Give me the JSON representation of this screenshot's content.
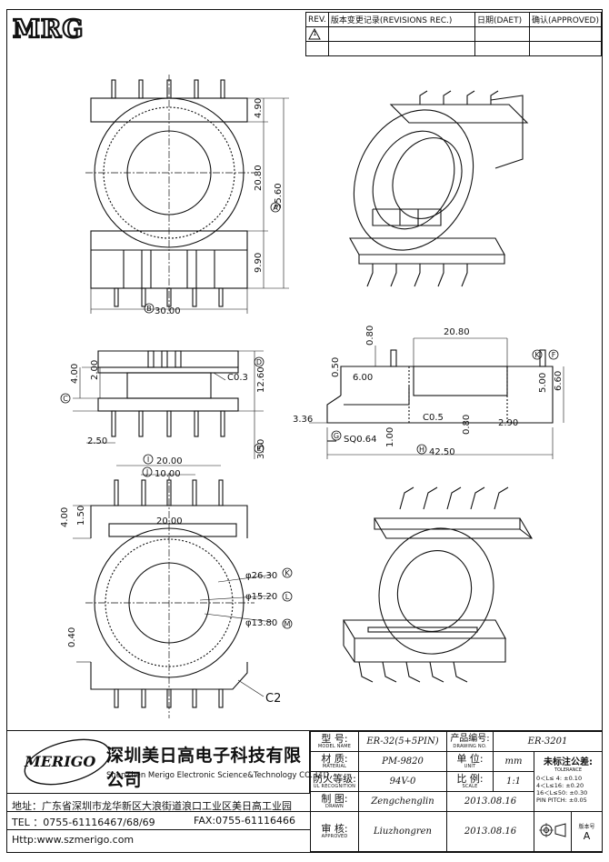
{
  "header": {
    "logo": "MRG",
    "rev_table": {
      "col_rev": "REV.",
      "col_rec": "版本变更记录(REVISIONS REC.)",
      "col_date": "日期(DAET)",
      "col_approved": "确认(APPROVED)",
      "row1_mark": "1"
    }
  },
  "drawing": {
    "dims": {
      "d_4_90": "4.90",
      "d_20_80": "20.80",
      "d_35_60": "35.60",
      "d_9_90": "9.90",
      "d_30_00": "30.00",
      "d_4_00": "4.00",
      "d_2_00": "2.00",
      "d_c0_3": "C0.3",
      "d_12_60": "12.60",
      "d_2_50": "2.50",
      "d_3_50": "3.50",
      "d_0_80": "0.80",
      "d_20_80b": "20.80",
      "d_0_50": "0.50",
      "d_6_00": "6.00",
      "d_5_00": "5.00",
      "d_6_60": "6.60",
      "d_3_36": "3.36",
      "d_c0_5": "C0.5",
      "d_0_80b": "0.80",
      "d_2_90": "2.90",
      "d_sq": "SQ0.64",
      "d_1_00": "1.00",
      "d_42_50": "42.50",
      "d_20_00": "20.00",
      "d_10_00": "10.00",
      "d_1_50": "1.50",
      "d_4_00b": "4.00",
      "d_20_00b": "20.00",
      "d_26_30": "φ26.30",
      "d_15_20": "φ15.20",
      "d_13_80": "φ13.80",
      "d_0_40": "0.40",
      "d_c2": "C2"
    },
    "markers": {
      "A": "A",
      "B": "B",
      "C": "C",
      "D": "D",
      "E": "E",
      "F": "F",
      "G": "G",
      "H": "H",
      "I": "I",
      "J": "J",
      "K": "K",
      "L": "L",
      "M": "M"
    }
  },
  "title_block": {
    "company_logo": "MERIGO",
    "company_cn": "深圳美日高电子科技有限公司",
    "company_en": "ShenZhen Merigo Electronic Science&Technology CO.,LTD",
    "address": "地址：广东省深圳市龙华新区大浪街道浪口工业区美日高工业园",
    "tel": "TEL ：0755-61116467/68/69",
    "fax": "FAX:0755-61116466",
    "http": "Http:www.szmerigo.com",
    "model_label": "型 号:",
    "model_sub": "MODEL NAME",
    "model_value": "ER-32(5+5PIN)",
    "drawing_no_label": "产品编号:",
    "drawing_no_sub": "DRAWING NO.",
    "drawing_no_value": "ER-3201",
    "material_label": "材 质:",
    "material_sub": "MATERIAL",
    "material_value": "PM-9820",
    "unit_label": "单 位:",
    "unit_sub": "UNIT",
    "unit_value": "mm",
    "tolerance_label": "未标注公差:",
    "tolerance_sub": "TOLERANCE",
    "tol1": "0＜L≤ 4:  ±0.10",
    "tol2": "4＜L≤16:  ±0.20",
    "tol3": "16＜L≤50: ±0.30",
    "tol4": "PIN PITCH: ±0.05",
    "ul_label": "防火等级:",
    "ul_sub": "UL RECOGNITION",
    "ul_value": "94V-0",
    "scale_label": "比 例:",
    "scale_sub": "SCALE",
    "scale_value": "1:1",
    "drawn_label": "制 图:",
    "drawn_sub": "DRAWN",
    "drawn_value": "Zengchenglin",
    "drawn_date": "2013.08.16",
    "approved_label": "审 核:",
    "approved_sub": "APPROVED",
    "approved_value": "Liuzhongren",
    "approved_date": "2013.08.16",
    "version_label": "版本号",
    "version_value": "A"
  }
}
